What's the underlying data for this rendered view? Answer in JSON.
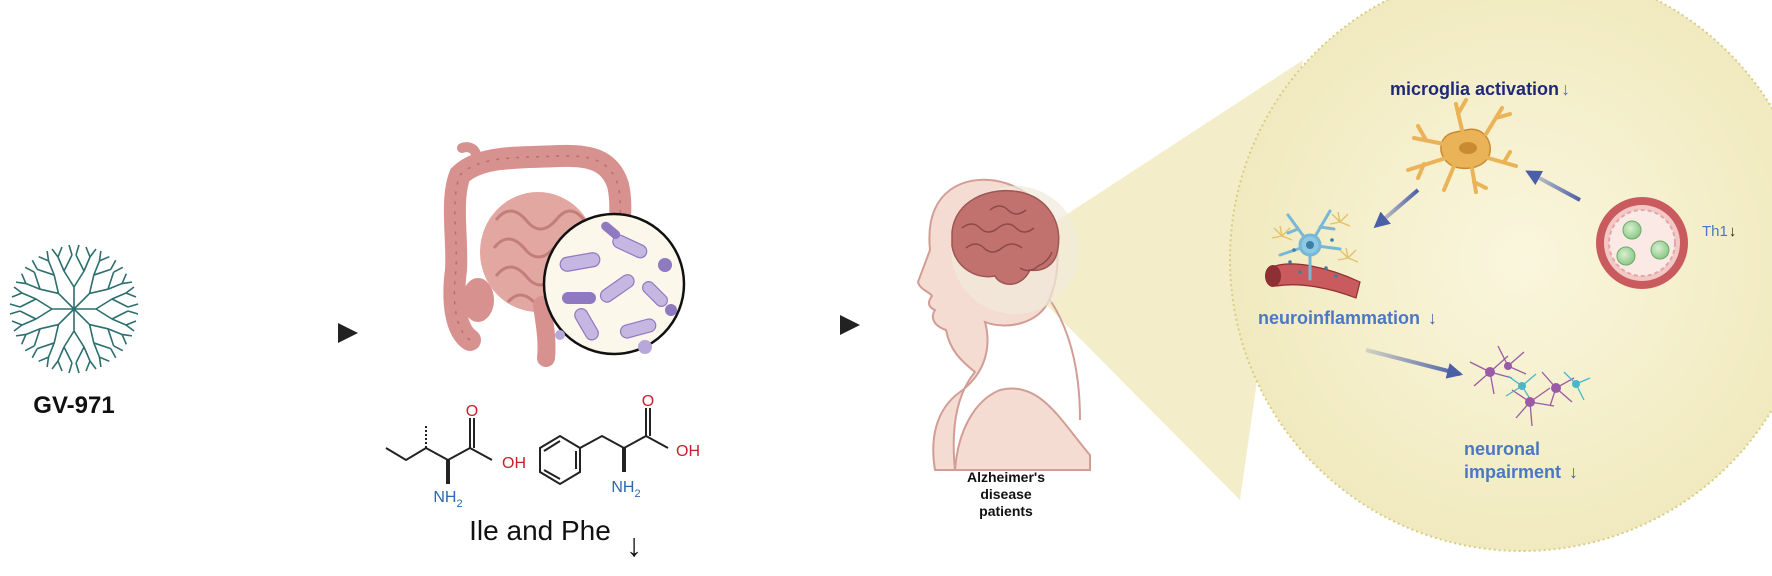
{
  "colors": {
    "background": "#ffffff",
    "arrow_dark": "#222222",
    "tree": "#2b6f6e",
    "intestine": "#d7928f",
    "intestine_dark": "#b86f6c",
    "bacteria_purple": "#8f79c0",
    "bacteria_light": "#c4b7e2",
    "lens_fill": "#f6f1cf",
    "lens_border": "#d8cc84",
    "cone_fill": "#f1ebbf",
    "skin": "#f4dcd3",
    "skin_line": "#d29d95",
    "brain": "#c1726f",
    "microglia": "#eab358",
    "label_navy": "#1e2a78",
    "label_blue": "#4a78c4",
    "arrow_blue": "#4a5fa8",
    "oxygen_red": "#c8202a",
    "nitrogen_blue": "#2d66b0",
    "vessel": "#c95a5e",
    "neuron_purple": "#9a5aa6",
    "neuron_cyan": "#49b6c9"
  },
  "icons": {
    "drug": "dendrimer-tree-icon",
    "gut": "intestine-icon",
    "microbiota": "bacteria-magnifier-icon",
    "head": "human-head-brain-icon",
    "microglia": "microglia-cell-icon",
    "inflammation": "inflamed-vessel-icon",
    "neurons": "neuron-network-icon",
    "th1": "blood-vessel-th1-icon"
  },
  "drug": {
    "name": "GV-971"
  },
  "gut": {
    "molecule_ile": {
      "oxygen": "O",
      "hydroxyl": "OH",
      "amine": "NH",
      "subscript": "2"
    },
    "molecule_phe": {
      "oxygen": "O",
      "hydroxyl": "OH",
      "amine": "NH",
      "subscript": "2"
    },
    "amino_acids_label": "Ile and Phe",
    "amino_acids_trend": "↓"
  },
  "patient": {
    "label_line1": "Alzheimer's",
    "label_line2": "disease",
    "label_line3": "patients"
  },
  "zoom": {
    "microglia_label": "microglia activation",
    "microglia_trend": "↓",
    "inflammation_label": "neuroinflammation",
    "inflammation_trend": "↓",
    "neuronal_label_line1": "neuronal",
    "neuronal_label_line2": "impairment",
    "neuronal_trend": "↓",
    "th1_label": "Th1",
    "th1_trend": "↓"
  }
}
